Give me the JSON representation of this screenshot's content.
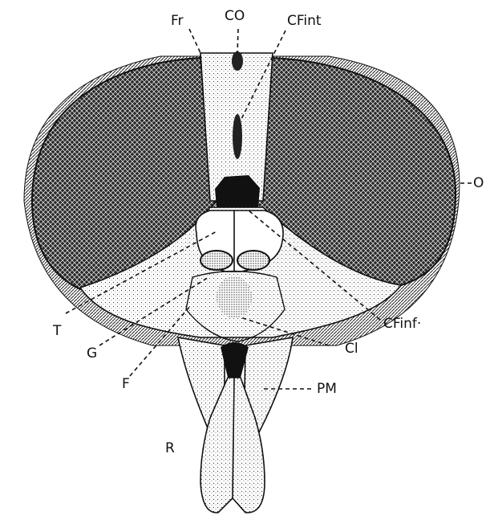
{
  "figure": {
    "labels": {
      "fr": "Fr",
      "co": "CO",
      "cfint": "CFint",
      "o": "O",
      "t": "T",
      "cfinf": "CFinf·",
      "g": "G",
      "cl": "Cl",
      "f": "F",
      "pm": "PM",
      "r": "R"
    }
  }
}
